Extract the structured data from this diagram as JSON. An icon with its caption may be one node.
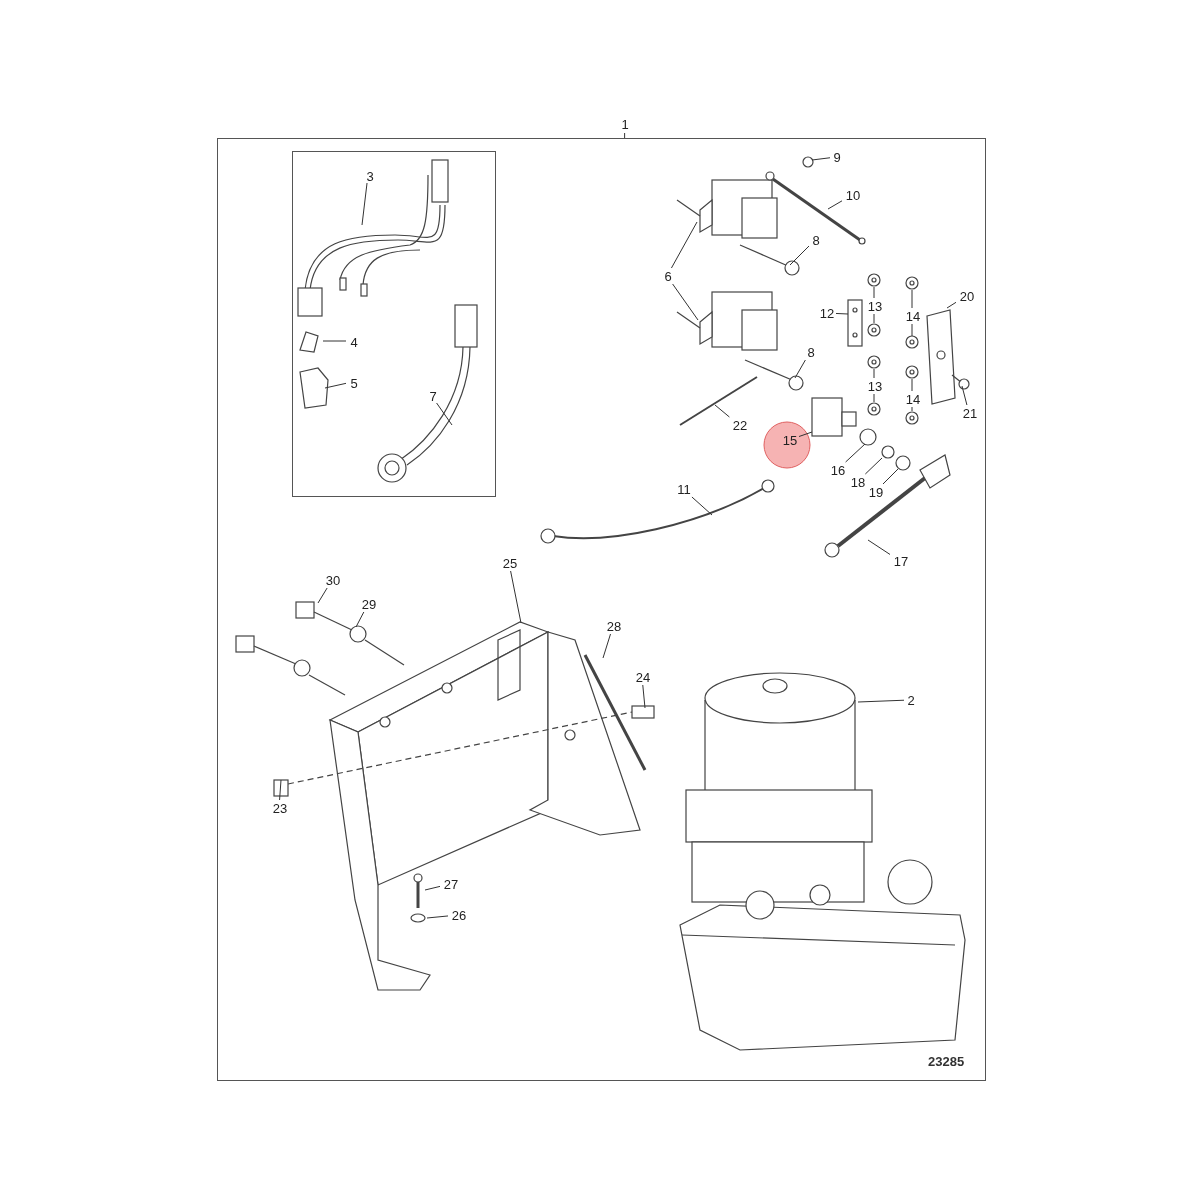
{
  "diagram": {
    "nodes": [
      {
        "text": [
          "1"
        ]
      },
      {
        "text": [],
        "shape": "box"
      },
      {
        "text": [],
        "shape": "box",
        "in": 1
      },
      {
        "text": [
          "3"
        ],
        "in": 2
      },
      {
        "text": [
          "4"
        ],
        "in": 2
      },
      {
        "text": [
          "5"
        ],
        "in": 2
      },
      {
        "text": [
          "7"
        ],
        "in": 2
      },
      {
        "text": [
          "9"
        ],
        "in": 1
      },
      {
        "text": [
          "10"
        ],
        "in": 1
      },
      {
        "text": [
          "8"
        ],
        "in": 1
      },
      {
        "text": [
          "6"
        ],
        "in": 1
      },
      {
        "text": [
          "12"
        ],
        "in": 1
      },
      {
        "text": [
          "13"
        ],
        "in": 1
      },
      {
        "text": [
          "14"
        ],
        "in": 1
      },
      {
        "text": [
          "20"
        ],
        "in": 1
      },
      {
        "text": [
          "8"
        ],
        "in": 1
      },
      {
        "text": [
          "13"
        ],
        "in": 1
      },
      {
        "text": [
          "14"
        ],
        "in": 1
      },
      {
        "text": [
          "21"
        ],
        "in": 1
      },
      {
        "text": [
          "22"
        ],
        "in": 1
      },
      {
        "text": [
          "15"
        ],
        "in": 1
      },
      {
        "text": [
          "16"
        ],
        "in": 1
      },
      {
        "text": [
          "18"
        ],
        "in": 1
      },
      {
        "text": [
          "19"
        ],
        "in": 1
      },
      {
        "text": [
          "11"
        ],
        "in": 1
      },
      {
        "text": [
          "17"
        ],
        "in": 1
      },
      {
        "text": [
          "30"
        ],
        "in": 1
      },
      {
        "text": [
          "29"
        ],
        "in": 1
      },
      {
        "text": [
          "25"
        ],
        "in": 1
      },
      {
        "text": [
          "28"
        ],
        "in": 1
      },
      {
        "text": [
          "24"
        ],
        "in": 1
      },
      {
        "text": [
          "2"
        ],
        "in": 1
      },
      {
        "text": [
          "23"
        ],
        "in": 1
      },
      {
        "text": [
          "27"
        ],
        "in": 1
      },
      {
        "text": [
          "26"
        ],
        "in": 1
      }
    ],
    "edges": [
      {
        "from": 0,
        "to": 1,
        "arrow": "none"
      },
      {
        "from": 3,
        "to": null,
        "arrow": "none"
      },
      {
        "from": 4,
        "to": null,
        "arrow": "none"
      },
      {
        "from": 5,
        "to": null,
        "arrow": "none"
      },
      {
        "from": 6,
        "to": null,
        "arrow": "none"
      },
      {
        "from": 7,
        "to": null,
        "arrow": "none"
      },
      {
        "from": 8,
        "to": null,
        "arrow": "none"
      },
      {
        "from": 9,
        "to": null,
        "arrow": "none"
      },
      {
        "from": 10,
        "to": null,
        "arrow": "none"
      },
      {
        "from": 10,
        "to": null,
        "arrow": "none"
      },
      {
        "from": 11,
        "to": null,
        "arrow": "none"
      },
      {
        "from": 12,
        "to": null,
        "arrow": "none"
      },
      {
        "from": 12,
        "to": null,
        "arrow": "none"
      },
      {
        "from": 13,
        "to": null,
        "arrow": "none"
      },
      {
        "from": 13,
        "to": null,
        "arrow": "none"
      },
      {
        "from": 14,
        "to": null,
        "arrow": "none"
      },
      {
        "from": 15,
        "to": null,
        "arrow": "none"
      },
      {
        "from": 16,
        "to": null,
        "arrow": "none"
      },
      {
        "from": 16,
        "to": null,
        "arrow": "none"
      },
      {
        "from": 17,
        "to": null,
        "arrow": "none"
      },
      {
        "from": 17,
        "to": null,
        "arrow": "none"
      },
      {
        "from": 18,
        "to": null,
        "arrow": "none"
      },
      {
        "from": 19,
        "to": null,
        "arrow": "none"
      },
      {
        "from": 20,
        "to": null,
        "arrow": "none"
      },
      {
        "from": 21,
        "to": null,
        "arrow": "none"
      },
      {
        "from": 22,
        "to": null,
        "arrow": "none"
      },
      {
        "from": 23,
        "to": null,
        "arrow": "none"
      },
      {
        "from": 24,
        "to": null,
        "arrow": "none"
      },
      {
        "from": 25,
        "to": null,
        "arrow": "none"
      },
      {
        "from": 26,
        "to": null,
        "arrow": "none"
      },
      {
        "from": 27,
        "to": null,
        "arrow": "none"
      },
      {
        "from": 28,
        "to": null,
        "arrow": "none"
      },
      {
        "from": 29,
        "to": null,
        "arrow": "none"
      },
      {
        "from": 30,
        "to": null,
        "arrow": "none"
      },
      {
        "from": 31,
        "to": null,
        "arrow": "none"
      },
      {
        "from": 32,
        "to": null,
        "arrow": "none"
      },
      {
        "from": 33,
        "to": null,
        "arrow": "none"
      },
      {
        "from": 34,
        "to": null,
        "arrow": "none"
      }
    ],
    "labels": [
      "23285"
    ]
  }
}
